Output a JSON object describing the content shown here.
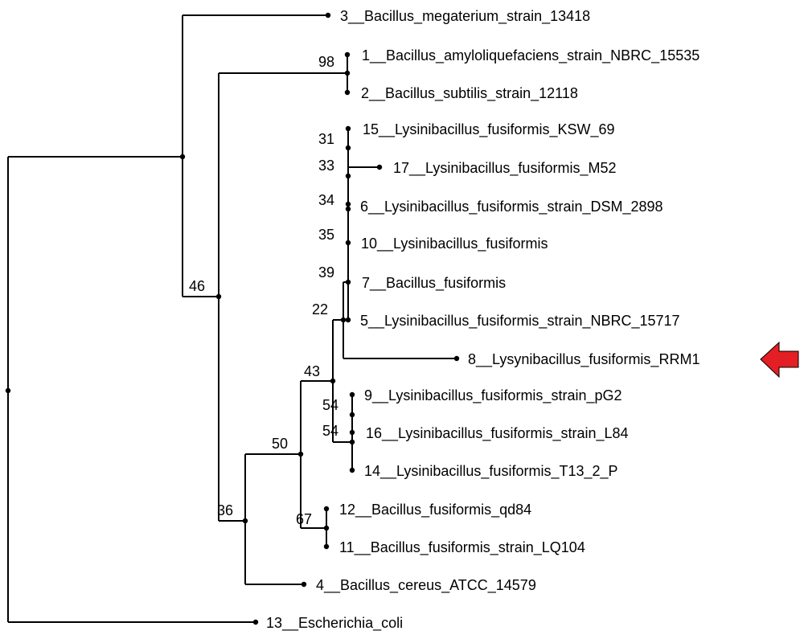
{
  "tree": {
    "leaves": [
      "3__Bacillus_megaterium_strain_13418",
      "1__Bacillus_amyloliquefaciens_strain_NBRC_15535",
      "2__Bacillus_subtilis_strain_12118",
      "15__Lysinibacillus_fusiformis_KSW_69",
      "17__Lysinibacillus_fusiformis_M52",
      "6__Lysinibacillus_fusiformis_strain_DSM_2898",
      "10__Lysinibacillus_fusiformis",
      "7__Bacillus_fusiformis",
      "5__Lysinibacillus_fusiformis_strain_NBRC_15717",
      "8__Lysynibacillus_fusiformis_RRM1",
      "9__Lysinibacillus_fusiformis_strain_pG2",
      "16__Lysinibacillus_fusiformis_strain_L84",
      "14__Lysinibacillus_fusiformis_T13_2_P",
      "12__Bacillus_fusiformis_qd84",
      "11__Bacillus_fusiformis_strain_LQ104",
      "4__Bacillus_cereus_ATCC_14579",
      "13__Escherichia_coli"
    ],
    "support": [
      "98",
      "31",
      "33",
      "34",
      "35",
      "39",
      "22",
      "43",
      "54",
      "54",
      "46",
      "50",
      "67",
      "36"
    ],
    "highlight": {
      "leaf": "8__Lysynibacillus_fusiformis_RRM1",
      "arrow_color": "#e31e24"
    }
  }
}
